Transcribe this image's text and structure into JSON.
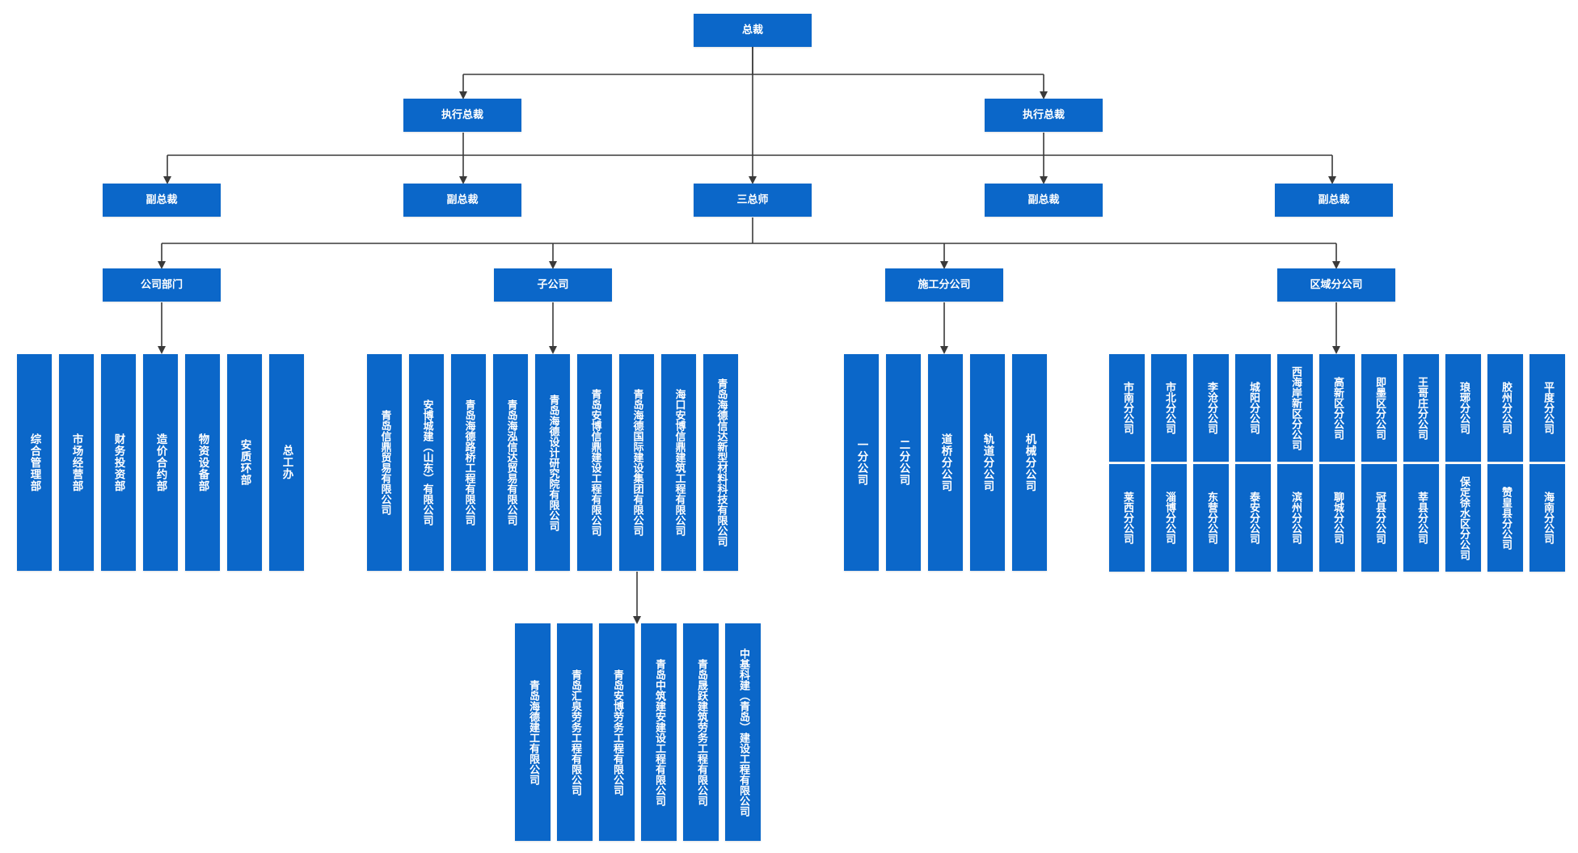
{
  "colors": {
    "box": "#0b67c9",
    "text": "#ffffff",
    "line": "#3a3a3a"
  },
  "top": {
    "president": "总裁"
  },
  "level1": {
    "exec_left": "执行总裁",
    "exec_right": "执行总裁"
  },
  "level2": {
    "vp1": "副总裁",
    "vp2": "副总裁",
    "three_chiefs": "三总师",
    "vp3": "副总裁",
    "vp4": "副总裁"
  },
  "groups": {
    "departments": "公司部门",
    "subsidiaries": "子公司",
    "construction": "施工分公司",
    "regional": "区域分公司"
  },
  "departments": [
    "综合管理部",
    "市场经营部",
    "财务投资部",
    "造价合约部",
    "物资设备部",
    "安质环部",
    "总工办"
  ],
  "subsidiaries": [
    "青岛信鼎贸易有限公司",
    "安博城建（山东）有限公司",
    "青岛海德路桥工程有限公司",
    "青岛海泓信达贸易有限公司",
    "青岛海德设计研究院有限公司",
    "青岛安博信鼎建设工程有限公司",
    "青岛海德国际建设集团有限公司",
    "海口安博信鼎建筑工程有限公司",
    "青岛海德信达新型材料科技有限公司"
  ],
  "group_subs": [
    "青岛海德建工有限公司",
    "青岛汇泉劳务工程有限公司",
    "青岛安博劳务工程有限公司",
    "青岛中筑建安建设工程有限公司",
    "青岛晟跃建筑劳务工程有限公司",
    "中基科建（青岛）建设工程有限公司"
  ],
  "construction_branches": [
    "一分公司",
    "二分公司",
    "道桥分公司",
    "轨道分公司",
    "机械分公司"
  ],
  "regional_top": [
    "市南分公司",
    "市北分公司",
    "李沧分公司",
    "城阳分公司",
    "西海岸新区分公司",
    "高新区分公司",
    "即墨区分公司",
    "王哥庄分公司",
    "琅琊分公司",
    "胶州分公司",
    "平度分公司"
  ],
  "regional_bottom": [
    "莱西分公司",
    "淄博分公司",
    "东营分公司",
    "泰安分公司",
    "滨州分公司",
    "聊城分公司",
    "冠县分公司",
    "莘县分公司",
    "保定徐水区分公司",
    "赞皇县分公司",
    "海南分公司"
  ]
}
